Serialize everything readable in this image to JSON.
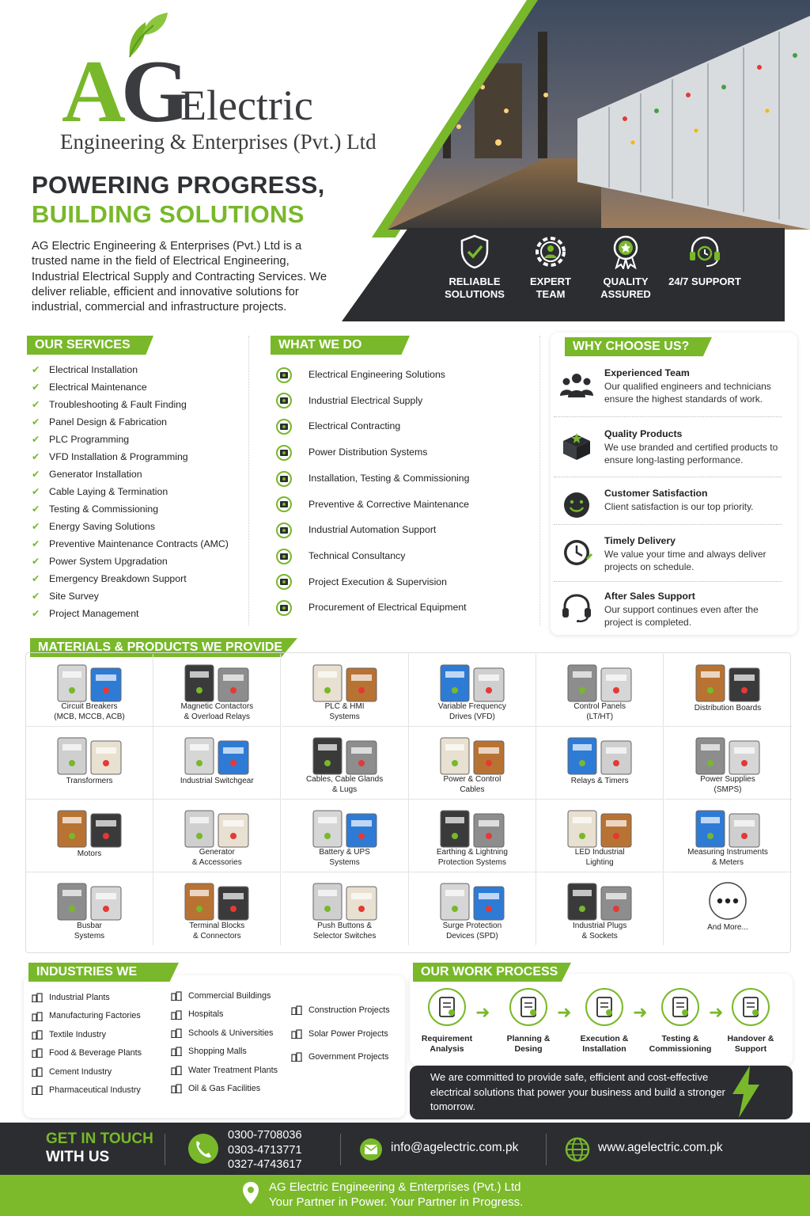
{
  "brand": {
    "mark": "AG",
    "name": "Electric",
    "subtitle": "Engineering & Enterprises (Pvt.) Ltd"
  },
  "headline": {
    "line1": "POWERING PROGRESS,",
    "line2": "BUILDING SOLUTIONS"
  },
  "intro": "AG Electric Engineering & Enterprises (Pvt.) Ltd is a trusted name in the field of Electrical Engineering, Industrial Electrical Supply and Contracting Services. We deliver reliable, efficient and innovative solutions for industrial, commercial and infrastructure projects.",
  "badges": [
    {
      "l1": "RELIABLE",
      "l2": "SOLUTIONS",
      "icon": "shield-check-icon"
    },
    {
      "l1": "EXPERT",
      "l2": "TEAM",
      "icon": "gear-person-icon"
    },
    {
      "l1": "QUALITY",
      "l2": "ASSURED",
      "icon": "award-ribbon-icon"
    },
    {
      "l1": "24/7 SUPPORT",
      "l2": "",
      "icon": "headset-clock-icon"
    }
  ],
  "services": {
    "title": "OUR SERVICES",
    "items": [
      "Electrical Installation",
      "Electrical Maintenance",
      "Troubleshooting & Fault Finding",
      "Panel Design & Fabrication",
      "PLC Programming",
      "VFD Installation & Programming",
      "Generator Installation",
      "Cable Laying & Termination",
      "Testing & Commissioning",
      "Energy Saving Solutions",
      "Preventive Maintenance Contracts (AMC)",
      "Power System Upgradation",
      "Emergency Breakdown Support",
      "Site Survey",
      "Project Management"
    ]
  },
  "whatwedo": {
    "title": "WHAT WE DO",
    "items": [
      "Electrical Engineering Solutions",
      "Industrial Electrical Supply",
      "Electrical Contracting",
      "Power Distribution Systems",
      "Installation, Testing & Commissioning",
      "Preventive & Corrective Maintenance",
      "Industrial Automation Support",
      "Technical Consultancy",
      "Project Execution & Supervision",
      "Procurement of Electrical Equipment"
    ]
  },
  "why": {
    "title": "WHY CHOOSE US?",
    "items": [
      {
        "t": "Experienced Team",
        "d": "Our qualified engineers and technicians ensure the highest standards of work."
      },
      {
        "t": "Quality Products",
        "d": "We use branded and certified products to ensure long-lasting performance."
      },
      {
        "t": "Customer Satisfaction",
        "d": "Client satisfaction is our top priority."
      },
      {
        "t": "Timely Delivery",
        "d": "We value your time and always deliver projects on schedule."
      },
      {
        "t": "After Sales Support",
        "d": "Our support continues even after the project is completed."
      }
    ]
  },
  "materials": {
    "title": "MATERIALS & PRODUCTS WE PROVIDE",
    "items": [
      {
        "l1": "Circuit Breakers",
        "l2": "(MCB, MCCB, ACB)"
      },
      {
        "l1": "Magnetic Contactors",
        "l2": "& Overload Relays"
      },
      {
        "l1": "PLC & HMI",
        "l2": "Systems"
      },
      {
        "l1": "Variable Frequency",
        "l2": "Drives (VFD)"
      },
      {
        "l1": "Control Panels",
        "l2": "(LT/HT)"
      },
      {
        "l1": "Distribution Boards",
        "l2": ""
      },
      {
        "l1": "Transformers",
        "l2": ""
      },
      {
        "l1": "Industrial Switchgear",
        "l2": ""
      },
      {
        "l1": "Cables, Cable Glands",
        "l2": "& Lugs"
      },
      {
        "l1": "Power & Control",
        "l2": "Cables"
      },
      {
        "l1": "Relays & Timers",
        "l2": ""
      },
      {
        "l1": "Power Supplies",
        "l2": "(SMPS)"
      },
      {
        "l1": "Motors",
        "l2": ""
      },
      {
        "l1": "Generator",
        "l2": "& Accessories"
      },
      {
        "l1": "Battery & UPS",
        "l2": "Systems"
      },
      {
        "l1": "Earthing & Lightning",
        "l2": "Protection Systems"
      },
      {
        "l1": "LED Industrial",
        "l2": "Lighting"
      },
      {
        "l1": "Measuring Instruments",
        "l2": "& Meters"
      },
      {
        "l1": "Busbar",
        "l2": "Systems"
      },
      {
        "l1": "Terminal Blocks",
        "l2": "& Connectors"
      },
      {
        "l1": "Push Buttons &",
        "l2": "Selector Switches"
      },
      {
        "l1": "Surge Protection",
        "l2": "Devices (SPD)"
      },
      {
        "l1": "Industrial Plugs",
        "l2": "& Sockets"
      },
      {
        "l1": "And More...",
        "l2": ""
      }
    ]
  },
  "industries": {
    "title": "INDUSTRIES WE SERVE",
    "col1": [
      "Industrial Plants",
      "Manufacturing Factories",
      "Textile Industry",
      "Food & Beverage Plants",
      "Cement Industry",
      "Pharmaceutical Industry"
    ],
    "col2": [
      "Commercial Buildings",
      "Hospitals",
      "Schools & Universities",
      "Shopping Malls",
      "Water Treatment Plants",
      "Oil & Gas Facilities"
    ],
    "col3": [
      "Construction Projects",
      "Solar Power Projects",
      "Government Projects"
    ]
  },
  "process": {
    "title": "OUR WORK PROCESS",
    "steps": [
      {
        "l1": "Requirement",
        "l2": "Analysis"
      },
      {
        "l1": "Planning &",
        "l2": "Desing"
      },
      {
        "l1": "Execution &",
        "l2": "Installation"
      },
      {
        "l1": "Testing &",
        "l2": "Commissioning"
      },
      {
        "l1": "Handover &",
        "l2": "Support"
      }
    ],
    "commitment": "We are committed to provide safe, efficient and cost-effective electrical solutions that power your business and build a stronger tomorrow."
  },
  "contact": {
    "cta1": "GET IN TOUCH",
    "cta2": "WITH US",
    "phones": [
      "0300-7708036",
      "0303-4713771",
      "0327-4743617"
    ],
    "email": "info@agelectric.com.pk",
    "web": "www.agelectric.com.pk"
  },
  "footer": {
    "company": "AG Electric Engineering & Enterprises (Pvt.) Ltd",
    "tagline": "Your Partner in Power. Your Partner in Progress."
  }
}
